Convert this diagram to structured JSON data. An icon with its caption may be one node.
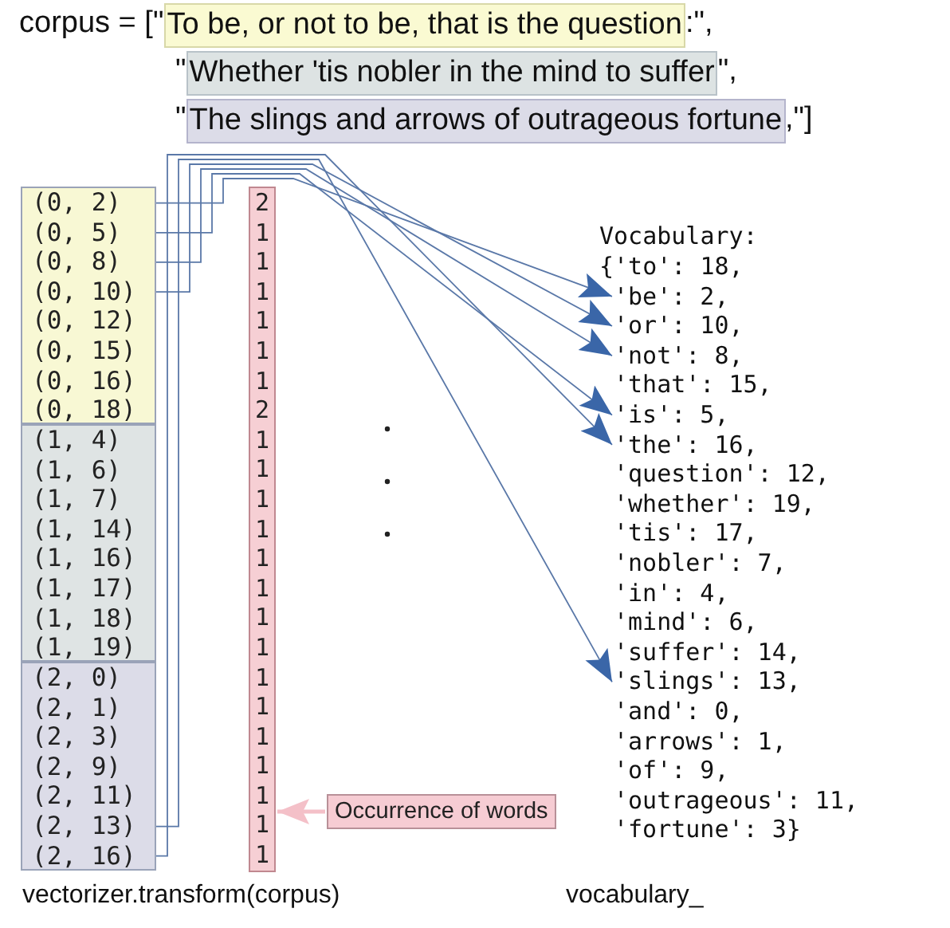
{
  "diagram": {
    "nodes": [
      {
        "text": [
          "To be, or not to be, that is the question"
        ]
      },
      {
        "text": [
          "Whether 'tis nobler in the mind to suffer"
        ]
      },
      {
        "text": [
          "The slings and arrows of outrageous fortune"
        ]
      },
      {
        "text": [],
        "shape": "box"
      },
      {
        "text": [
          "(0, 2)"
        ],
        "in": 3
      },
      {
        "text": [
          "(0, 5)"
        ],
        "in": 3
      },
      {
        "text": [
          "(0, 8)"
        ],
        "in": 3
      },
      {
        "text": [
          "(0, 10)"
        ],
        "in": 3
      },
      {
        "text": [
          "(0, 12)"
        ],
        "in": 3
      },
      {
        "text": [
          "(0, 15)"
        ],
        "in": 3
      },
      {
        "text": [
          "(0, 16)"
        ],
        "in": 3
      },
      {
        "text": [
          "(0, 18)"
        ],
        "in": 3
      },
      {
        "text": [],
        "shape": "box"
      },
      {
        "text": [
          "(1, 4)"
        ],
        "in": 12
      },
      {
        "text": [
          "(1, 6)"
        ],
        "in": 12
      },
      {
        "text": [
          "(1, 7)"
        ],
        "in": 12
      },
      {
        "text": [
          "(1, 14)"
        ],
        "in": 12
      },
      {
        "text": [
          "(1, 16)"
        ],
        "in": 12
      },
      {
        "text": [
          "(1, 17)"
        ],
        "in": 12
      },
      {
        "text": [
          "(1, 18)"
        ],
        "in": 12
      },
      {
        "text": [
          "(1, 19)"
        ],
        "in": 12
      },
      {
        "text": [],
        "shape": "box"
      },
      {
        "text": [
          "(2, 0)"
        ],
        "in": 21
      },
      {
        "text": [
          "(2, 1)"
        ],
        "in": 21
      },
      {
        "text": [
          "(2, 3)"
        ],
        "in": 21
      },
      {
        "text": [
          "(2, 9)"
        ],
        "in": 21
      },
      {
        "text": [
          "(2, 11)"
        ],
        "in": 21
      },
      {
        "text": [
          "(2, 13)"
        ],
        "in": 21
      },
      {
        "text": [
          "(2, 16)"
        ],
        "in": 21
      },
      {
        "text": [
          "2",
          "1",
          "1",
          "1",
          "1",
          "1",
          "1",
          "2",
          "1",
          "1",
          "1",
          "1",
          "1",
          "1",
          "1",
          "1",
          "1",
          "1",
          "1",
          "1",
          "1",
          "1",
          "1"
        ]
      },
      {
        "text": [
          "{'to': 18,"
        ]
      },
      {
        "text": [
          "'be': 2,"
        ]
      },
      {
        "text": [
          "'or': 10,"
        ]
      },
      {
        "text": [
          "'not': 8,"
        ]
      },
      {
        "text": [
          "'that': 15,"
        ]
      },
      {
        "text": [
          "'is': 5,"
        ]
      },
      {
        "text": [
          "'the': 16,"
        ]
      },
      {
        "text": [
          "'question': 12,"
        ]
      },
      {
        "text": [
          "'whether': 19,"
        ]
      },
      {
        "text": [
          "'tis': 17,"
        ]
      },
      {
        "text": [
          "'nobler': 7,"
        ]
      },
      {
        "text": [
          "'in': 4,"
        ]
      },
      {
        "text": [
          "'mind': 6,"
        ]
      },
      {
        "text": [
          "'suffer': 14,"
        ]
      },
      {
        "text": [
          "'slings': 13,"
        ]
      },
      {
        "text": [
          "'and': 0,"
        ]
      },
      {
        "text": [
          "'arrows': 1,"
        ]
      },
      {
        "text": [
          "'of': 9,"
        ]
      },
      {
        "text": [
          "'outrageous': 11,"
        ]
      },
      {
        "text": [
          "'fortune': 3}"
        ]
      },
      {
        "text": [
          "Occurrence of words"
        ]
      }
    ],
    "edges": [
      {
        "from": 4,
        "to": 31,
        "arrow": "to"
      },
      {
        "from": 5,
        "to": 35,
        "arrow": "to"
      },
      {
        "from": 6,
        "to": 33,
        "arrow": "to"
      },
      {
        "from": 7,
        "to": 32,
        "arrow": "to"
      },
      {
        "from": 27,
        "to": 44,
        "arrow": "to"
      },
      {
        "from": 28,
        "to": 36,
        "arrow": "to"
      },
      {
        "from": 50,
        "to": 29,
        "arrow": "to",
        "color": "#f4c0c8",
        "style": "thick"
      }
    ],
    "labels": [
      "corpus = [\"",
      ":\",",
      "\"",
      "\",",
      "\"",
      ",\"]",
      "Vocabulary:",
      "vectorizer.transform(corpus)",
      "vocabulary_"
    ]
  }
}
